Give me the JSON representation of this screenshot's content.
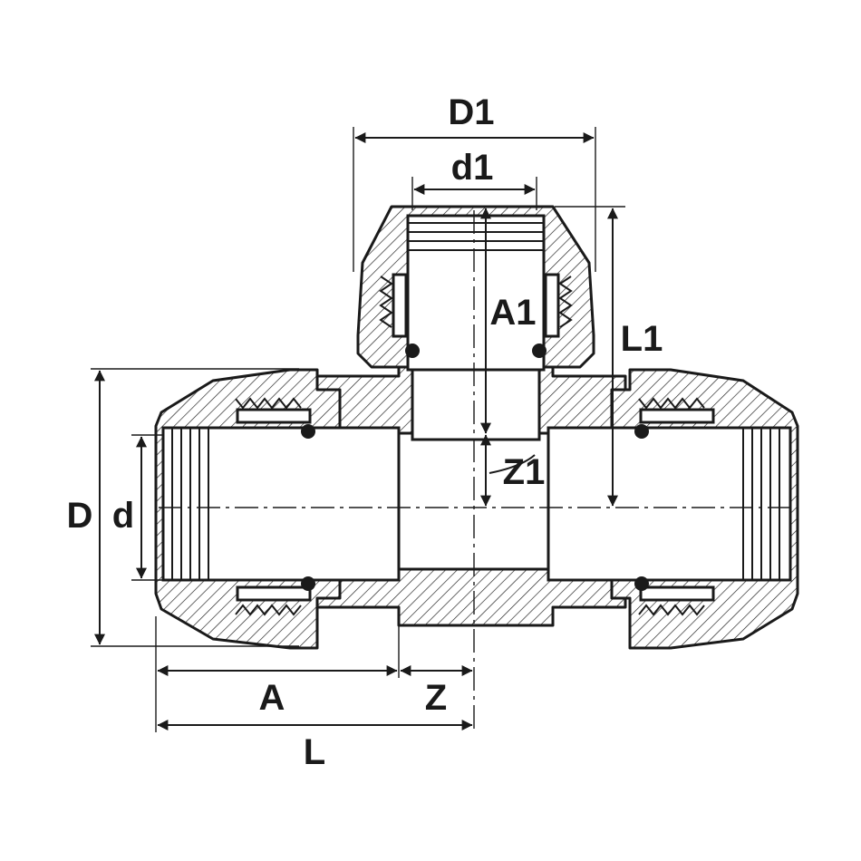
{
  "diagram": {
    "title": "",
    "labels": {
      "D1": "D1",
      "d1": "d1",
      "A1": "A1",
      "L1": "L1",
      "Z1": "Z1",
      "D": "D",
      "d": "d",
      "A": "A",
      "Z": "Z",
      "L": "L"
    }
  }
}
